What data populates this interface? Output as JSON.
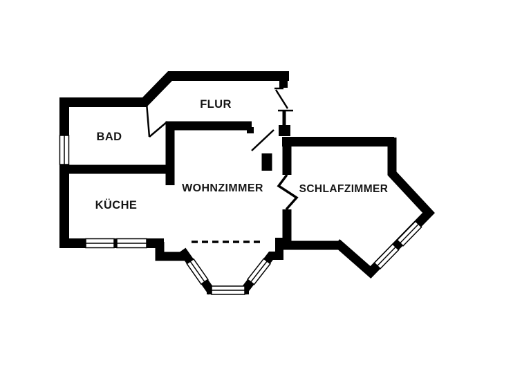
{
  "colors": {
    "wall": "#000000",
    "background": "#ffffff",
    "text": "#161616"
  },
  "rooms": {
    "flur": {
      "label": "FLUR"
    },
    "bad": {
      "label": "BAD"
    },
    "kueche": {
      "label": "KÜCHE"
    },
    "wohnzimmer": {
      "label": "WOHNZIMMER"
    },
    "schlafzimmer": {
      "label": "SCHLAFZIMMER"
    }
  }
}
